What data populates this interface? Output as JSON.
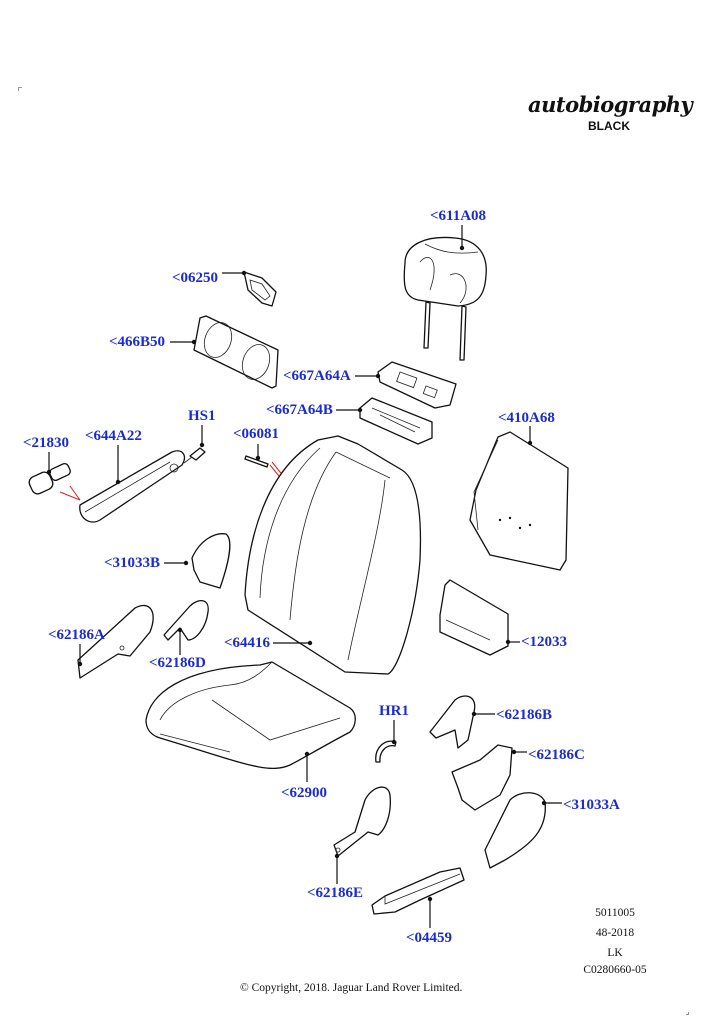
{
  "header": {
    "brand_script": "autobiography",
    "brand_sub": "BLACK"
  },
  "callouts": [
    {
      "id": "611A08",
      "label": "<611A08",
      "part": "headrest"
    },
    {
      "id": "06250",
      "label": "<06250",
      "part": "headrest-guide-bezel"
    },
    {
      "id": "466B50",
      "label": "<466B50",
      "part": "seat-back-panel-frame"
    },
    {
      "id": "667A64A",
      "label": "<667A64A",
      "part": "switch-pack-cover"
    },
    {
      "id": "667A64B",
      "label": "<667A64B",
      "part": "switch-pack"
    },
    {
      "id": "21830",
      "label": "<21830",
      "part": "knob"
    },
    {
      "id": "644A22",
      "label": "<644A22",
      "part": "armrest"
    },
    {
      "id": "HS1",
      "label": "HS1",
      "part": "screw"
    },
    {
      "id": "06081",
      "label": "<06081",
      "part": "clip-strip"
    },
    {
      "id": "410A68",
      "label": "<410A68",
      "part": "seat-back-board"
    },
    {
      "id": "31033B",
      "label": "<31033B",
      "part": "trim-cover-inner"
    },
    {
      "id": "62186A",
      "label": "<62186A",
      "part": "side-shield-a"
    },
    {
      "id": "62186D",
      "label": "<62186D",
      "part": "side-shield-d"
    },
    {
      "id": "64416",
      "label": "<64416",
      "part": "seat-back-cover"
    },
    {
      "id": "12033",
      "label": "<12033",
      "part": "map-pocket"
    },
    {
      "id": "HR1",
      "label": "HR1",
      "part": "hog-ring"
    },
    {
      "id": "62186B",
      "label": "<62186B",
      "part": "side-shield-b"
    },
    {
      "id": "62186C",
      "label": "<62186C",
      "part": "side-shield-c"
    },
    {
      "id": "62900",
      "label": "<62900",
      "part": "seat-cushion-cover"
    },
    {
      "id": "31033A",
      "label": "<31033A",
      "part": "trim-cover-outer"
    },
    {
      "id": "62186E",
      "label": "<62186E",
      "part": "side-shield-e"
    },
    {
      "id": "04459",
      "label": "<04459",
      "part": "front-trim"
    }
  ],
  "footer": {
    "ref_number": "5011005",
    "date_code": "48-2018",
    "initials": "LK",
    "illustration_id": "C0280660-05",
    "copyright": "© Copyright, 2018. Jaguar Land Rover Limited."
  }
}
